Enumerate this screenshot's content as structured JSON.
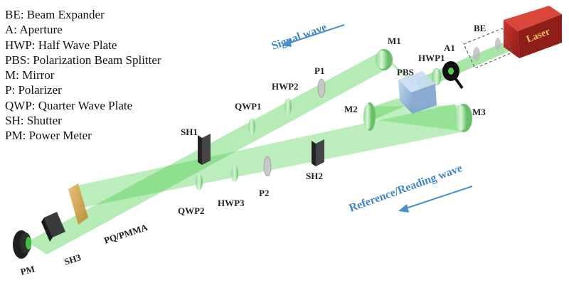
{
  "legend": [
    {
      "abbr": "BE",
      "meaning": "Beam Expander"
    },
    {
      "abbr": "A",
      "meaning": "Aperture"
    },
    {
      "abbr": "HWP",
      "meaning": "Half Wave Plate"
    },
    {
      "abbr": "PBS",
      "meaning": "Polarization Beam Splitter"
    },
    {
      "abbr": "M",
      "meaning": "Mirror"
    },
    {
      "abbr": "P",
      "meaning": "Polarizer"
    },
    {
      "abbr": "QWP",
      "meaning": "Quarter Wave Plate"
    },
    {
      "abbr": "SH",
      "meaning": "Shutter"
    },
    {
      "abbr": "PM",
      "meaning": "Power Meter"
    }
  ],
  "laser_label": "Laser",
  "component_labels": {
    "be": "BE",
    "a1": "A1",
    "hwp1": "HWP1",
    "pbs": "PBS",
    "m1": "M1",
    "m2": "M2",
    "m3": "M3",
    "p1": "P1",
    "hwp2": "HWP2",
    "qwp1": "QWP1",
    "sh1": "SH1",
    "sh2": "SH2",
    "p2": "P2",
    "hwp3": "HWP3",
    "qwp2": "QWP2",
    "pq_pmma": "PQ/PMMA",
    "sh3": "SH3",
    "pm": "PM"
  },
  "waves": {
    "signal": "Signal wave",
    "reference": "Reference/Reading wave"
  },
  "colors": {
    "beam": "#4fd04f",
    "laser": "#b52a22",
    "laser_text": "#e8c06a",
    "arrow": "#4a8fce",
    "sample": "#d4a03a"
  }
}
